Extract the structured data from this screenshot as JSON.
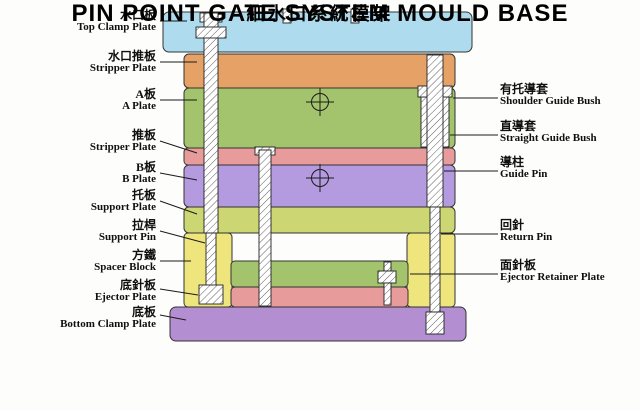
{
  "title": {
    "zh": "細水口系統模架",
    "en": "PIN POINT GATE SYSTEM MOULD BASE"
  },
  "left_labels": [
    {
      "zh": "水口板",
      "en": "Top Clamp Plate"
    },
    {
      "zh": "水口推板",
      "en": "Stripper Plate"
    },
    {
      "zh": "A板",
      "en": "A Plate"
    },
    {
      "zh": "推板",
      "en": "Stripper Plate"
    },
    {
      "zh": "B板",
      "en": "B Plate"
    },
    {
      "zh": "托板",
      "en": "Support Plate"
    },
    {
      "zh": "拉桿",
      "en": "Support Pin"
    },
    {
      "zh": "方鐵",
      "en": "Spacer Block"
    },
    {
      "zh": "底針板",
      "en": "Ejector Plate"
    },
    {
      "zh": "底板",
      "en": "Bottom Clamp Plate"
    }
  ],
  "right_labels": [
    {
      "zh": "有托導套",
      "en": "Shoulder Guide Bush"
    },
    {
      "zh": "直導套",
      "en": "Straight Guide Bush"
    },
    {
      "zh": "導柱",
      "en": "Guide Pin"
    },
    {
      "zh": "回針",
      "en": "Return Pin"
    },
    {
      "zh": "面針板",
      "en": "Ejector Retainer Plate"
    }
  ],
  "colors": {
    "top_clamp_plate": "#aedcee",
    "runner_stripper_plate": "#e6a266",
    "a_plate": "#a3c46c",
    "stripper_plate": "#e89b9b",
    "b_plate": "#b49bdf",
    "support_plate": "#ccd672",
    "spacer_block": "#eee67c",
    "ejector_retainer_plate": "#a3c46c",
    "ejector_plate": "#e89b9b",
    "bottom_clamp_plate": "#b38ed1",
    "outline": "#2a2a2a"
  }
}
